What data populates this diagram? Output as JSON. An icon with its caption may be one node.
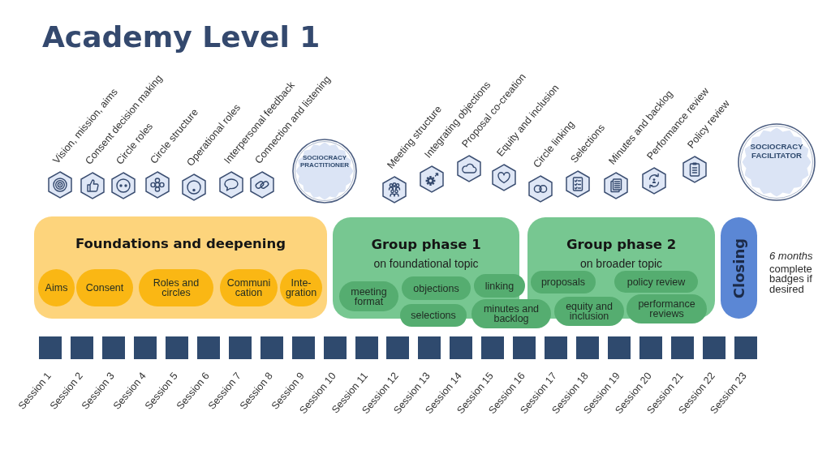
{
  "diagram": {
    "title": "Academy Level 1",
    "nodes": [
      {
        "text": [
          "Vision, mission, aims"
        ]
      },
      {
        "text": [
          "Consent decision making"
        ]
      },
      {
        "text": [
          "Circle roles"
        ]
      },
      {
        "text": [
          "Circle structure"
        ]
      },
      {
        "text": [
          "Operational roles"
        ]
      },
      {
        "text": [
          "Interpersonal feedback"
        ]
      },
      {
        "text": [
          "Connection and listening"
        ]
      },
      {
        "text": [
          "SOCIOCRACY PRACTITIONER"
        ]
      },
      {
        "text": [
          "Meeting structure"
        ]
      },
      {
        "text": [
          "Integrating objections"
        ]
      },
      {
        "text": [
          "Proposal co-creation"
        ]
      },
      {
        "text": [
          "Equity and inclusion"
        ]
      },
      {
        "text": [
          "Circle linking"
        ]
      },
      {
        "text": [
          "Selections"
        ]
      },
      {
        "text": [
          "Minutes and backlog"
        ]
      },
      {
        "text": [
          "Performance review"
        ]
      },
      {
        "text": [
          "Policy review"
        ]
      },
      {
        "text": [
          "SOCIOCRACY FACILITATOR"
        ]
      },
      {
        "text": [
          "Foundations and deepening"
        ]
      },
      {
        "text": [
          "Aims"
        ],
        "in": 18
      },
      {
        "text": [
          "Consent"
        ],
        "in": 18
      },
      {
        "text": [
          "Roles and circles"
        ],
        "in": 18
      },
      {
        "text": [
          "Communi cation"
        ],
        "in": 18
      },
      {
        "text": [
          "Inte- gration"
        ],
        "in": 18
      },
      {
        "text": [
          "Group phase 1",
          "on foundational topic"
        ]
      },
      {
        "text": [
          "meeting format"
        ],
        "in": 24
      },
      {
        "text": [
          "objections"
        ],
        "in": 24
      },
      {
        "text": [
          "linking"
        ],
        "in": 24
      },
      {
        "text": [
          "selections"
        ]
      },
      {
        "text": [
          "minutes and backlog"
        ]
      },
      {
        "text": [
          "Group phase 2",
          "on broader topic"
        ]
      },
      {
        "text": [
          "proposals"
        ],
        "in": 30
      },
      {
        "text": [
          "policy review"
        ],
        "in": 30
      },
      {
        "text": [
          "equity and inclusion"
        ],
        "in": 30
      },
      {
        "text": [
          "performance reviews"
        ],
        "in": 30
      },
      {
        "text": [
          "Closing"
        ],
        "beside": [
          "6 months",
          "complete badges if desired"
        ]
      },
      {
        "text": [
          "Session 1"
        ]
      },
      {
        "text": [
          "Session 2"
        ]
      },
      {
        "text": [
          "Session 3"
        ]
      },
      {
        "text": [
          "Session 4"
        ]
      },
      {
        "text": [
          "Session 5"
        ]
      },
      {
        "text": [
          "Session 6"
        ]
      },
      {
        "text": [
          "Session 7"
        ]
      },
      {
        "text": [
          "Session 8"
        ]
      },
      {
        "text": [
          "Session 9"
        ]
      },
      {
        "text": [
          "Session 10"
        ]
      },
      {
        "text": [
          "Session 11"
        ]
      },
      {
        "text": [
          "Session 12"
        ]
      },
      {
        "text": [
          "Session 13"
        ]
      },
      {
        "text": [
          "Session 14"
        ]
      },
      {
        "text": [
          "Session 15"
        ]
      },
      {
        "text": [
          "Session 16"
        ]
      },
      {
        "text": [
          "Session 17"
        ]
      },
      {
        "text": [
          "Session 18"
        ]
      },
      {
        "text": [
          "Session 19"
        ]
      },
      {
        "text": [
          "Session 20"
        ]
      },
      {
        "text": [
          "Session 21"
        ]
      },
      {
        "text": [
          "Session 22"
        ]
      },
      {
        "text": [
          "Session 23"
        ]
      }
    ]
  }
}
